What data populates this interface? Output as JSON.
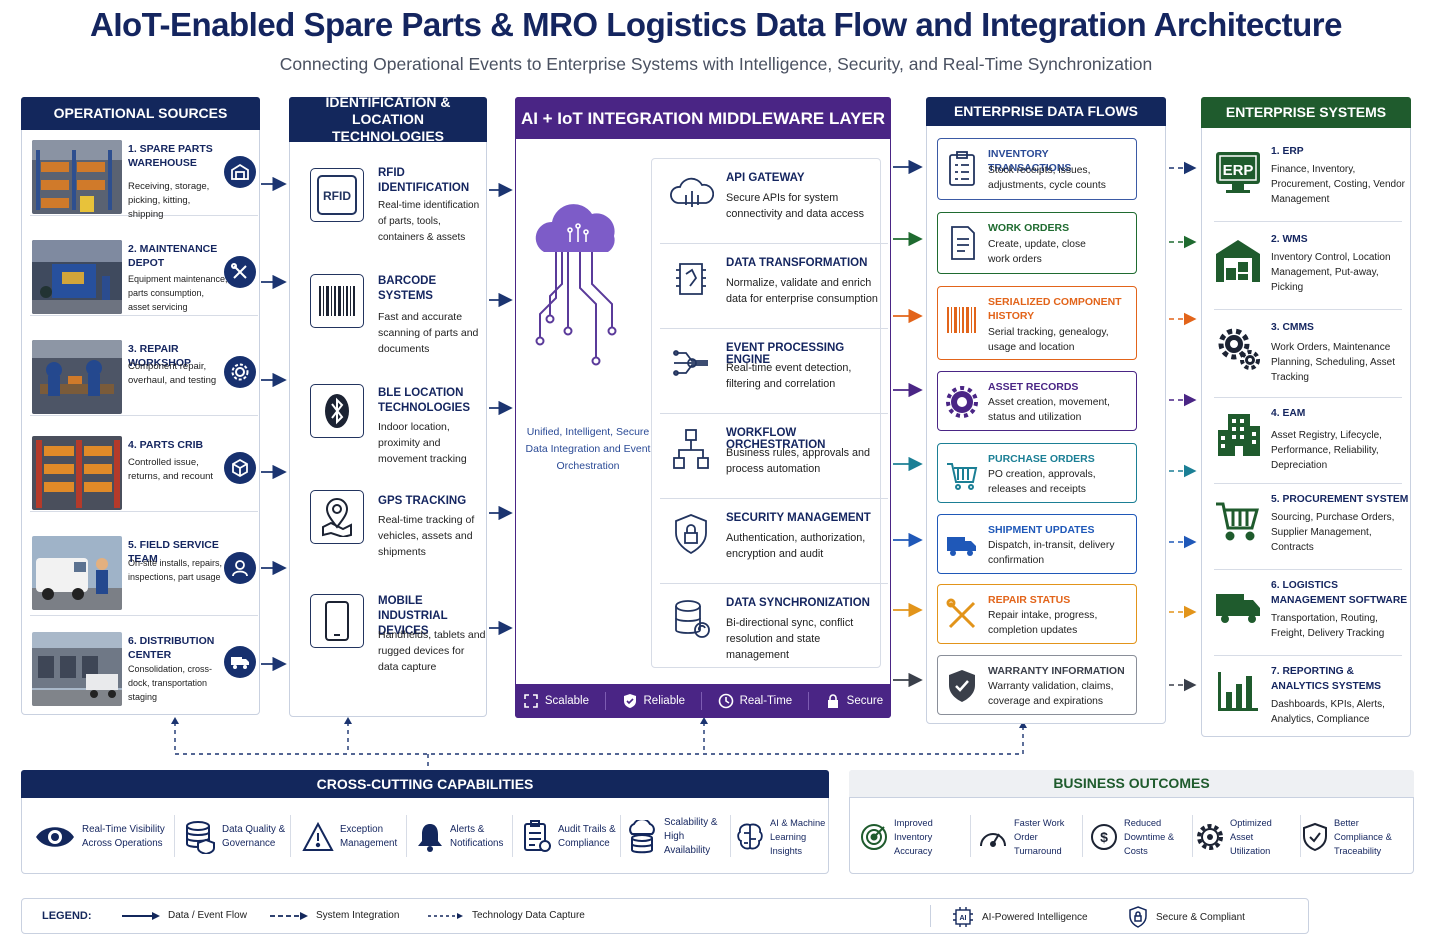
{
  "header": {
    "title": "AIoT-Enabled Spare Parts & MRO Logistics Data Flow and Integration Architecture",
    "subtitle": "Connecting Operational Events to Enterprise Systems with Intelligence, Security, and Real-Time Synchronization"
  },
  "sources": {
    "heading": "OPERATIONAL SOURCES",
    "items": [
      {
        "title": "1. SPARE PARTS WAREHOUSE",
        "desc": "Receiving, storage, picking, kitting, shipping",
        "icon": "warehouse-icon"
      },
      {
        "title": "2. MAINTENANCE DEPOT",
        "desc": "Equipment maintenance, parts consumption, asset servicing",
        "icon": "wrench-screwdriver-icon"
      },
      {
        "title": "3. REPAIR WORKSHOP",
        "desc": "Component repair, overhaul, and testing",
        "icon": "gear-icon"
      },
      {
        "title": "4. PARTS CRIB",
        "desc": "Controlled issue, returns, and recount",
        "icon": "boxes-icon"
      },
      {
        "title": "5. FIELD SERVICE TEAM",
        "desc": "On-site installs, repairs, inspections, part usage",
        "icon": "technician-icon"
      },
      {
        "title": "6. DISTRIBUTION CENTER",
        "desc": "Consolidation, cross-dock, transportation staging",
        "icon": "truck-icon"
      }
    ]
  },
  "identification": {
    "heading": "IDENTIFICATION & LOCATION TECHNOLOGIES",
    "items": [
      {
        "title": "RFID IDENTIFICATION",
        "desc": "Real-time identification of parts, tools, containers & assets",
        "icon": "rfid-tag-icon",
        "tag": "RFID"
      },
      {
        "title": "BARCODE SYSTEMS",
        "desc": "Fast and accurate scanning of parts and documents",
        "icon": "barcode-icon"
      },
      {
        "title": "BLE LOCATION TECHNOLOGIES",
        "desc": "Indoor location, proximity and movement tracking",
        "icon": "bluetooth-icon"
      },
      {
        "title": "GPS TRACKING",
        "desc": "Real-time tracking of vehicles, assets and shipments",
        "icon": "map-pin-icon"
      },
      {
        "title": "MOBILE INDUSTRIAL DEVICES",
        "desc": "Handhelds, tablets and rugged devices for data capture",
        "icon": "mobile-device-icon"
      }
    ]
  },
  "middleware": {
    "heading": "AI + IoT INTEGRATION MIDDLEWARE LAYER",
    "cloud_caption": "Unified, Intelligent, Secure Data Integration and Event Orchestration",
    "items": [
      {
        "title": "API GATEWAY",
        "desc": "Secure APIs for system connectivity and data access",
        "icon": "cloud-api-icon"
      },
      {
        "title": "DATA TRANSFORMATION",
        "desc": "Normalize, validate and enrich data for enterprise consumption",
        "icon": "transform-icon"
      },
      {
        "title": "EVENT PROCESSING ENGINE",
        "desc": "Real-time event detection, filtering and correlation",
        "icon": "event-processing-icon"
      },
      {
        "title": "WORKFLOW ORCHESTRATION",
        "desc": "Business rules, approvals and process automation",
        "icon": "workflow-icon"
      },
      {
        "title": "SECURITY MANAGEMENT",
        "desc": "Authentication, authorization, encryption and audit",
        "icon": "shield-lock-icon"
      },
      {
        "title": "DATA SYNCHRONIZATION",
        "desc": "Bi-directional sync, conflict resolution and state management",
        "icon": "database-sync-icon"
      }
    ],
    "footer": [
      {
        "label": "Scalable",
        "icon": "expand-icon"
      },
      {
        "label": "Reliable",
        "icon": "shield-check-icon"
      },
      {
        "label": "Real-Time",
        "icon": "clock-icon"
      },
      {
        "label": "Secure",
        "icon": "lock-icon"
      }
    ]
  },
  "flows": {
    "heading": "ENTERPRISE DATA FLOWS",
    "items": [
      {
        "title": "INVENTORY TRANSACTIONS",
        "desc": "Stock receipts, issues, adjustments, cycle counts",
        "color": "#2a4a96",
        "icon": "clipboard-icon"
      },
      {
        "title": "WORK ORDERS",
        "desc": "Create, update, close work orders",
        "color": "#1f6b30",
        "icon": "document-icon"
      },
      {
        "title": "SERIALIZED COMPONENT HISTORY",
        "desc": "Serial tracking, genealogy, usage and location",
        "color": "#e2641a",
        "icon": "serial-barcode-icon"
      },
      {
        "title": "ASSET RECORDS",
        "desc": "Asset creation, movement, status and utilization",
        "color": "#4a2585",
        "icon": "gear-icon"
      },
      {
        "title": "PURCHASE ORDERS",
        "desc": "PO creation, approvals, releases and receipts",
        "color": "#1b7f95",
        "icon": "cart-icon"
      },
      {
        "title": "SHIPMENT UPDATES",
        "desc": "Dispatch, in-transit, delivery confirmation",
        "color": "#1f58b8",
        "icon": "truck-icon"
      },
      {
        "title": "REPAIR STATUS",
        "desc": "Repair intake, progress, completion updates",
        "color": "#e2941a",
        "icon": "tools-icon"
      },
      {
        "title": "WARRANTY INFORMATION",
        "desc": "Warranty validation, claims, coverage and expirations",
        "color": "#3a3f4a",
        "icon": "shield-check-icon"
      }
    ]
  },
  "systems": {
    "heading": "ENTERPRISE SYSTEMS",
    "items": [
      {
        "title": "1. ERP",
        "desc": "Finance, Inventory, Procurement, Costing, Vendor Management",
        "icon": "erp-icon",
        "tag": "ERP"
      },
      {
        "title": "2. WMS",
        "desc": "Inventory Control, Location Management, Put-away, Picking",
        "icon": "warehouse-icon"
      },
      {
        "title": "3. CMMS",
        "desc": "Work Orders, Maintenance Planning, Scheduling, Asset Tracking",
        "icon": "gears-icon"
      },
      {
        "title": "4. EAM",
        "desc": "Asset Registry, Lifecycle, Performance, Reliability, Depreciation",
        "icon": "building-icon"
      },
      {
        "title": "5. PROCUREMENT SYSTEM",
        "desc": "Sourcing, Purchase Orders, Supplier Management, Contracts",
        "icon": "cart-icon"
      },
      {
        "title": "6. LOGISTICS MANAGEMENT SOFTWARE",
        "desc": "Transportation, Routing, Freight, Delivery Tracking",
        "icon": "truck-icon"
      },
      {
        "title": "7. REPORTING & ANALYTICS SYSTEMS",
        "desc": "Dashboards, KPIs, Alerts, Analytics, Compliance",
        "icon": "bar-chart-icon"
      }
    ]
  },
  "capabilities": {
    "heading": "CROSS-CUTTING CAPABILITIES",
    "items": [
      {
        "label": "Real-Time Visibility Across Operations",
        "icon": "eye-icon"
      },
      {
        "label": "Data Quality & Governance",
        "icon": "database-shield-icon"
      },
      {
        "label": "Exception Management",
        "icon": "warning-icon"
      },
      {
        "label": "Alerts & Notifications",
        "icon": "bell-icon"
      },
      {
        "label": "Audit Trails & Compliance",
        "icon": "audit-icon"
      },
      {
        "label": "Scalability & High Availability",
        "icon": "cloud-database-icon"
      },
      {
        "label": "AI & Machine Learning Insights",
        "icon": "brain-icon"
      }
    ]
  },
  "outcomes": {
    "heading": "BUSINESS OUTCOMES",
    "items": [
      {
        "label": "Improved Inventory Accuracy",
        "icon": "target-icon"
      },
      {
        "label": "Faster Work Order Turnaround",
        "icon": "gauge-icon"
      },
      {
        "label": "Reduced Downtime & Costs",
        "icon": "dollar-icon"
      },
      {
        "label": "Optimized Asset Utilization",
        "icon": "gear-icon"
      },
      {
        "label": "Better Compliance & Traceability",
        "icon": "shield-check-icon"
      }
    ]
  },
  "legend": {
    "title": "LEGEND:",
    "data_flow": "Data / Event Flow",
    "system_integration": "System Integration",
    "tech_capture": "Technology Data Capture",
    "ai": "AI-Powered Intelligence",
    "ai_tag": "AI",
    "secure": "Secure & Compliant"
  }
}
